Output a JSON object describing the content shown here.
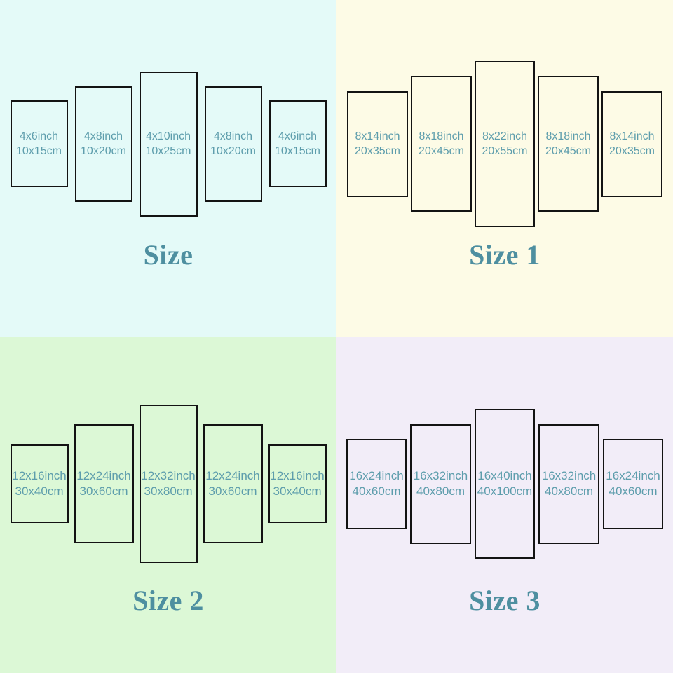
{
  "colors": {
    "quadrant_backgrounds": [
      "#e4faf8",
      "#fdfbe6",
      "#dcf8d6",
      "#f2edf8"
    ],
    "panel_text": "#5d9dac",
    "title_text": "#4e8fa0",
    "panel_border": "#131313"
  },
  "quadrants": [
    {
      "title": "Size",
      "background": "#e4faf8",
      "panels": [
        {
          "inch": "4x6inch",
          "cm": "10x15cm"
        },
        {
          "inch": "4x8inch",
          "cm": "10x20cm"
        },
        {
          "inch": "4x10inch",
          "cm": "10x25cm"
        },
        {
          "inch": "4x8inch",
          "cm": "10x20cm"
        },
        {
          "inch": "4x6inch",
          "cm": "10x15cm"
        }
      ]
    },
    {
      "title": "Size 1",
      "background": "#fdfbe6",
      "panels": [
        {
          "inch": "8x14inch",
          "cm": "20x35cm"
        },
        {
          "inch": "8x18inch",
          "cm": "20x45cm"
        },
        {
          "inch": "8x22inch",
          "cm": "20x55cm"
        },
        {
          "inch": "8x18inch",
          "cm": "20x45cm"
        },
        {
          "inch": "8x14inch",
          "cm": "20x35cm"
        }
      ]
    },
    {
      "title": "Size 2",
      "background": "#dcf8d6",
      "panels": [
        {
          "inch": "12x16inch",
          "cm": "30x40cm"
        },
        {
          "inch": "12x24inch",
          "cm": "30x60cm"
        },
        {
          "inch": "12x32inch",
          "cm": "30x80cm"
        },
        {
          "inch": "12x24inch",
          "cm": "30x60cm"
        },
        {
          "inch": "12x16inch",
          "cm": "30x40cm"
        }
      ]
    },
    {
      "title": "Size 3",
      "background": "#f2edf8",
      "panels": [
        {
          "inch": "16x24inch",
          "cm": "40x60cm"
        },
        {
          "inch": "16x32inch",
          "cm": "40x80cm"
        },
        {
          "inch": "16x40inch",
          "cm": "40x100cm"
        },
        {
          "inch": "16x32inch",
          "cm": "40x80cm"
        },
        {
          "inch": "16x24inch",
          "cm": "40x60cm"
        }
      ]
    }
  ]
}
